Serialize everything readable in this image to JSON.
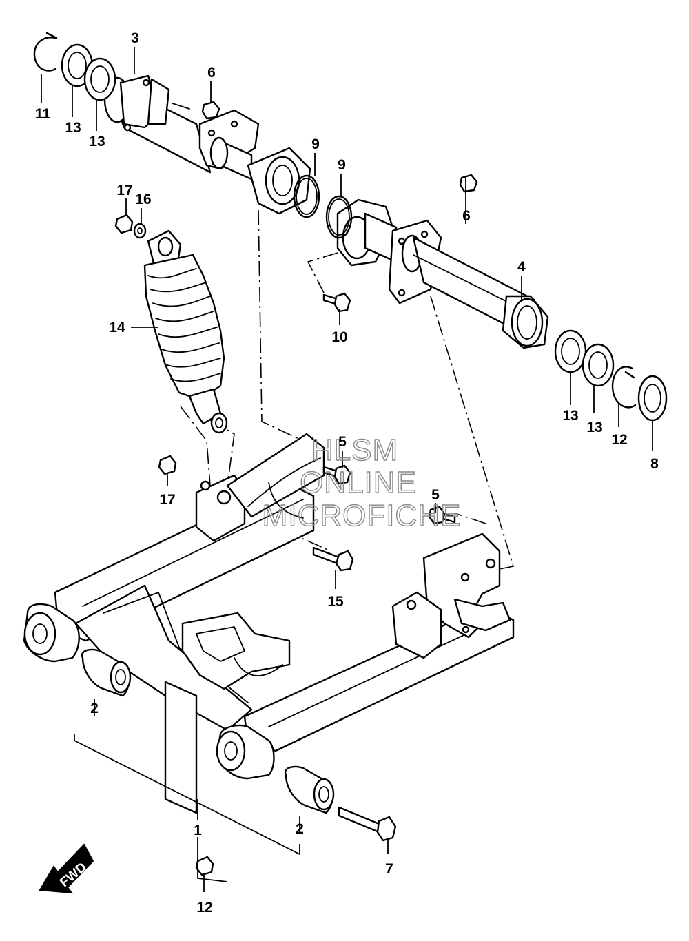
{
  "watermark": {
    "line1": "HLSM",
    "line2": "ONLINE",
    "line3": "MICROFICHE"
  },
  "direction_tag": "FWD",
  "callouts": [
    {
      "id": "c1",
      "number": "1"
    },
    {
      "id": "c2a",
      "number": "2"
    },
    {
      "id": "c2b",
      "number": "2"
    },
    {
      "id": "c3",
      "number": "3"
    },
    {
      "id": "c4",
      "number": "4"
    },
    {
      "id": "c5a",
      "number": "5"
    },
    {
      "id": "c5b",
      "number": "5"
    },
    {
      "id": "c6a",
      "number": "6"
    },
    {
      "id": "c6b",
      "number": "6"
    },
    {
      "id": "c7",
      "number": "7"
    },
    {
      "id": "c8",
      "number": "8"
    },
    {
      "id": "c9a",
      "number": "9"
    },
    {
      "id": "c9b",
      "number": "9"
    },
    {
      "id": "c10",
      "number": "10"
    },
    {
      "id": "c11",
      "number": "11"
    },
    {
      "id": "c12a",
      "number": "12"
    },
    {
      "id": "c12b",
      "number": "12"
    },
    {
      "id": "c13a",
      "number": "13"
    },
    {
      "id": "c13b",
      "number": "13"
    },
    {
      "id": "c13c",
      "number": "13"
    },
    {
      "id": "c13d",
      "number": "13"
    },
    {
      "id": "c14",
      "number": "14"
    },
    {
      "id": "c15",
      "number": "15"
    },
    {
      "id": "c16",
      "number": "16"
    },
    {
      "id": "c17a",
      "number": "17"
    },
    {
      "id": "c17b",
      "number": "17"
    }
  ]
}
